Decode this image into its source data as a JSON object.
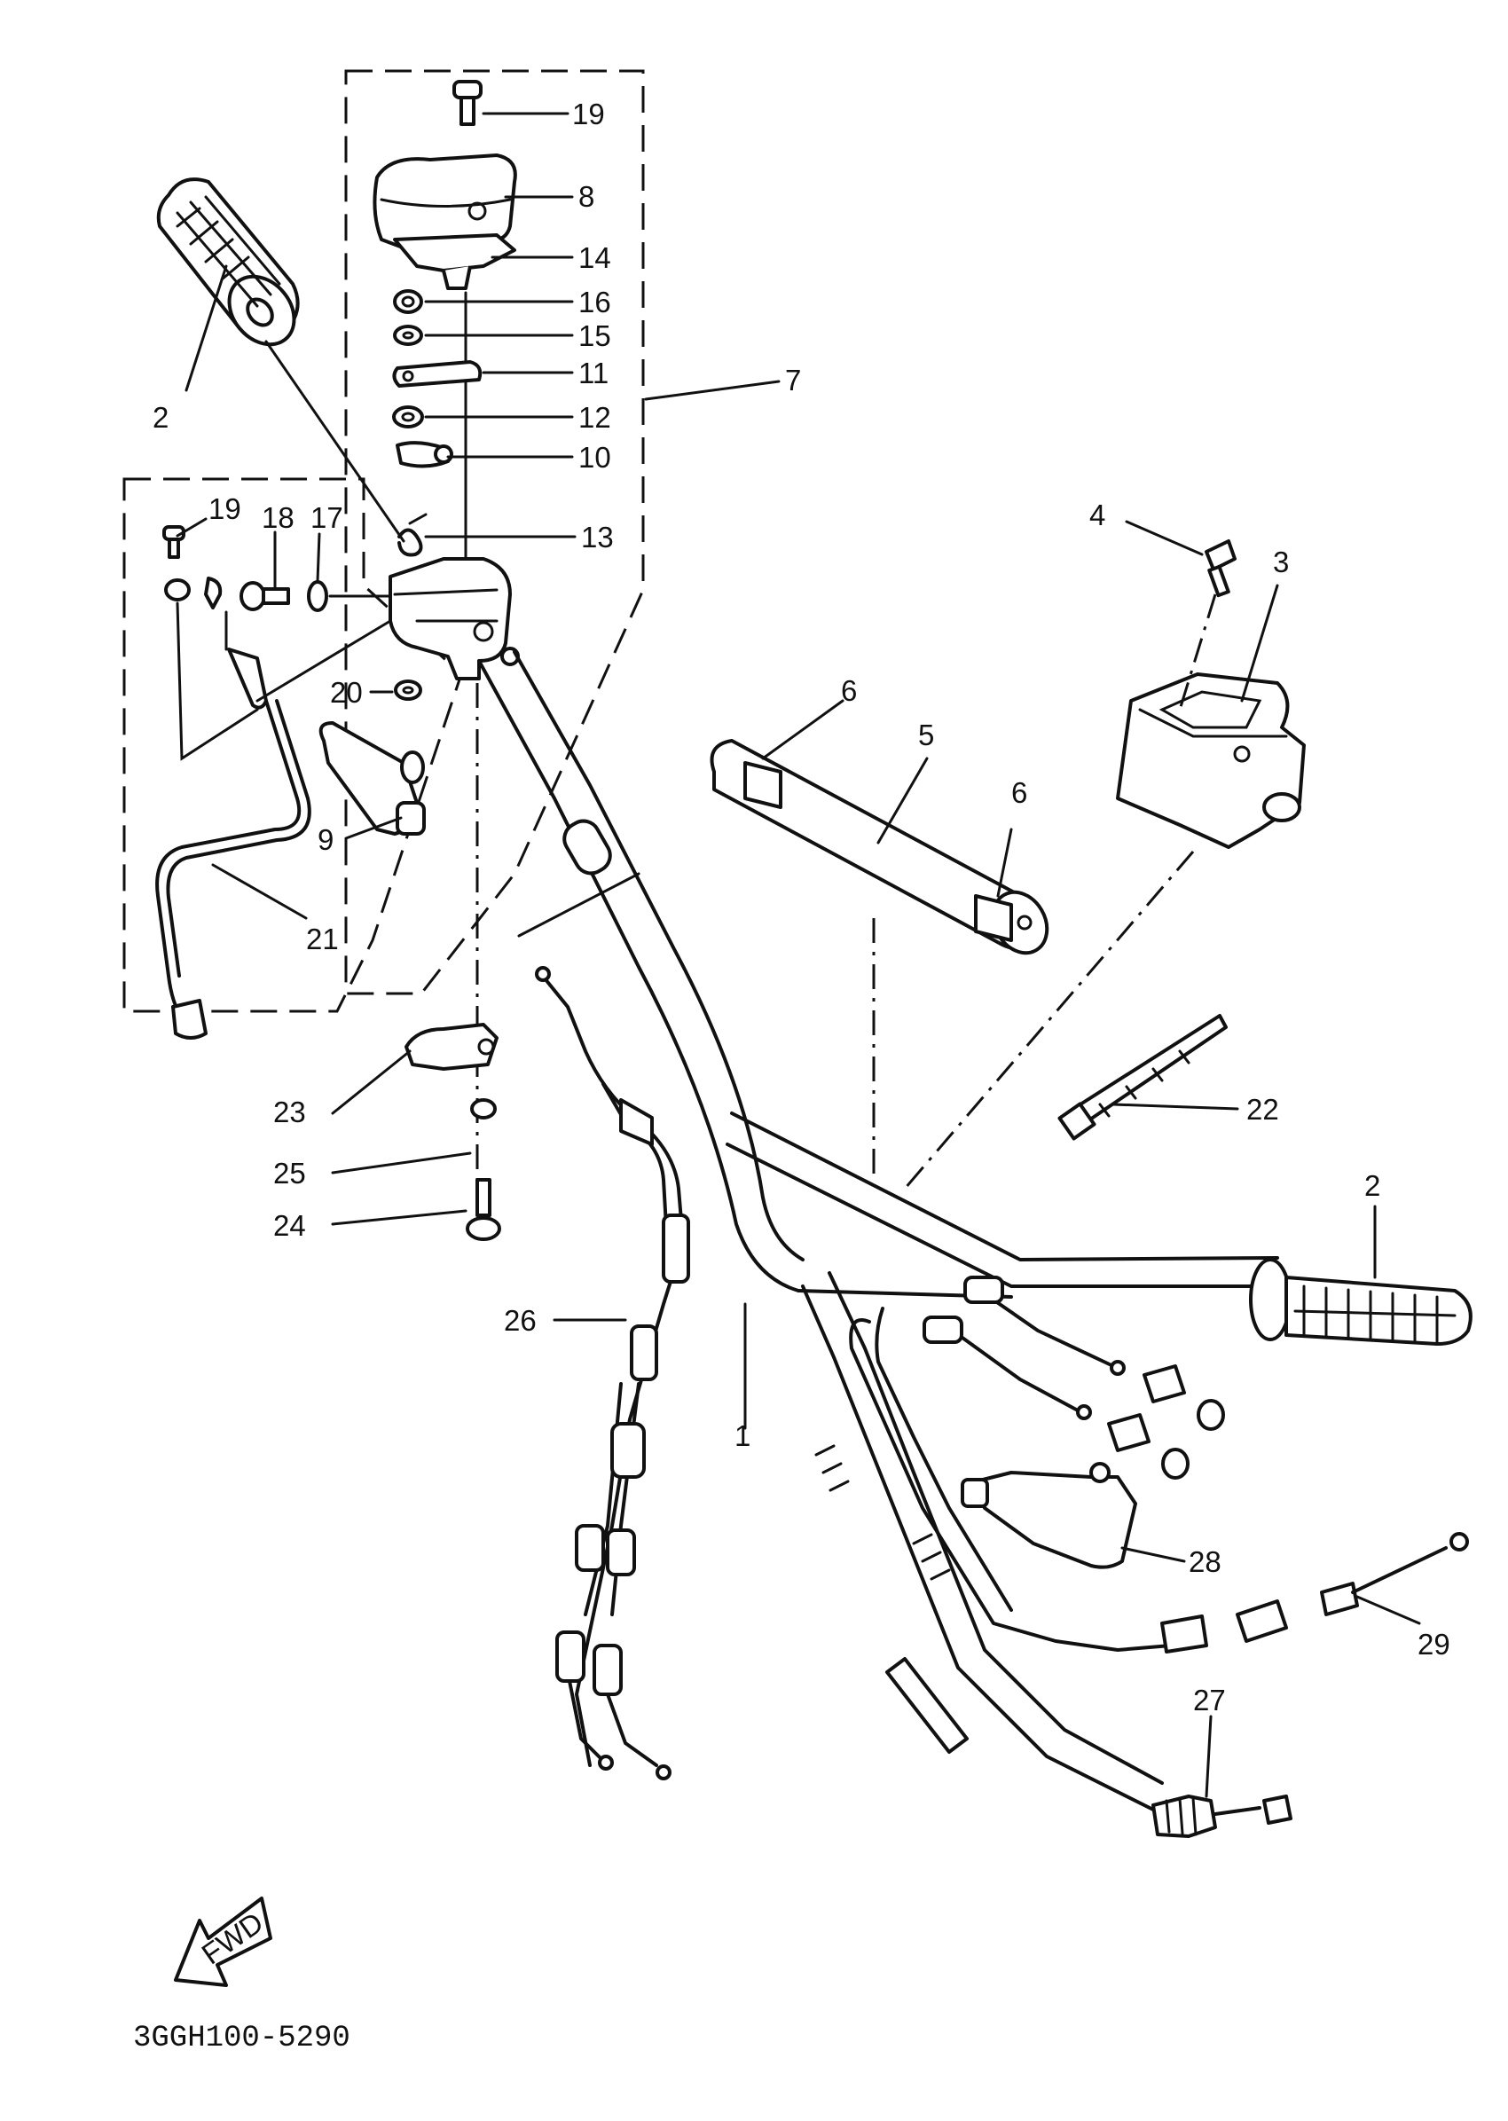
{
  "diagram_code": "3GGH100-5290",
  "fwd_label": "FWD",
  "callouts": [
    {
      "id": "c19a",
      "text": "19"
    },
    {
      "id": "c8",
      "text": "8"
    },
    {
      "id": "c14",
      "text": "14"
    },
    {
      "id": "c16",
      "text": "16"
    },
    {
      "id": "c15",
      "text": "15"
    },
    {
      "id": "c11",
      "text": "11"
    },
    {
      "id": "c12",
      "text": "12"
    },
    {
      "id": "c10",
      "text": "10"
    },
    {
      "id": "c7",
      "text": "7"
    },
    {
      "id": "c13",
      "text": "13"
    },
    {
      "id": "c2a",
      "text": "2"
    },
    {
      "id": "c19b",
      "text": "19"
    },
    {
      "id": "c18",
      "text": "18"
    },
    {
      "id": "c17",
      "text": "17"
    },
    {
      "id": "c20",
      "text": "20"
    },
    {
      "id": "c9",
      "text": "9"
    },
    {
      "id": "c21",
      "text": "21"
    },
    {
      "id": "c4",
      "text": "4"
    },
    {
      "id": "c3",
      "text": "3"
    },
    {
      "id": "c6a",
      "text": "6"
    },
    {
      "id": "c5",
      "text": "5"
    },
    {
      "id": "c6b",
      "text": "6"
    },
    {
      "id": "c22",
      "text": "22"
    },
    {
      "id": "c23",
      "text": "23"
    },
    {
      "id": "c25",
      "text": "25"
    },
    {
      "id": "c24",
      "text": "24"
    },
    {
      "id": "c2b",
      "text": "2"
    },
    {
      "id": "c26",
      "text": "26"
    },
    {
      "id": "c1",
      "text": "1"
    },
    {
      "id": "c28",
      "text": "28"
    },
    {
      "id": "c29",
      "text": "29"
    },
    {
      "id": "c27",
      "text": "27"
    }
  ]
}
